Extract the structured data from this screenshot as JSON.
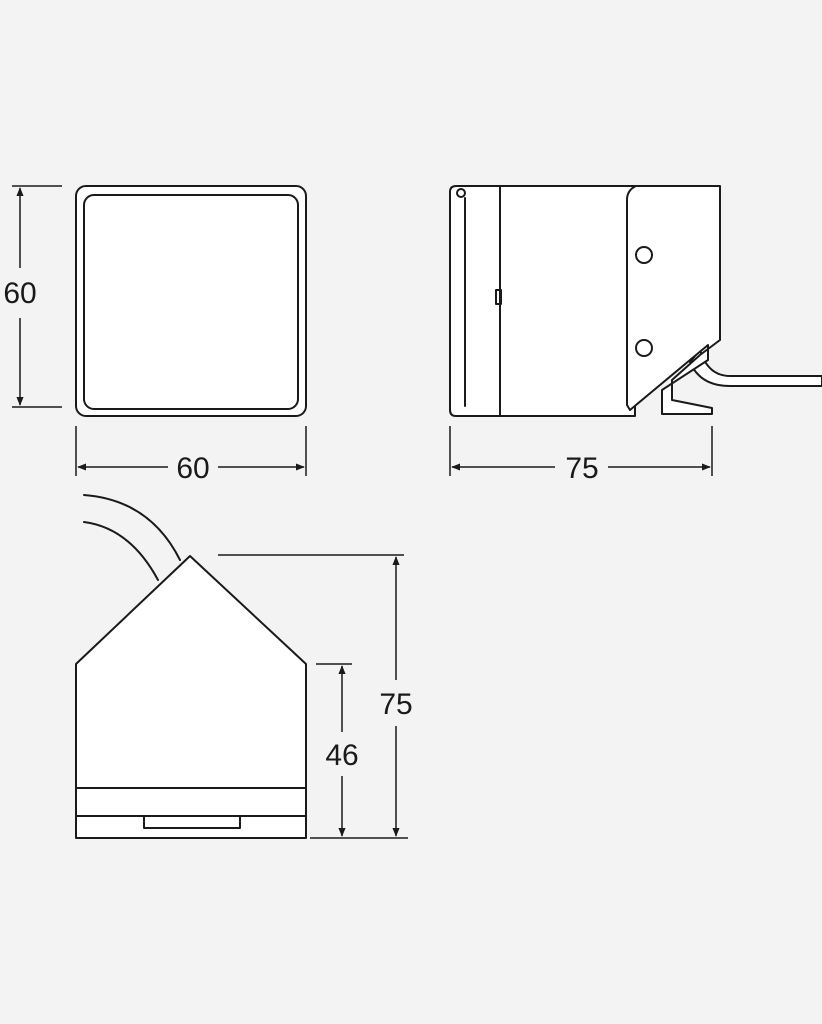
{
  "drawing": {
    "front_view": {
      "height_label": "60",
      "width_label": "60"
    },
    "side_view": {
      "length_label": "75"
    },
    "top_view": {
      "total_label": "75",
      "partial_label": "46"
    },
    "line_color": "#1a1a1a",
    "background_color": "#f3f3f3"
  }
}
